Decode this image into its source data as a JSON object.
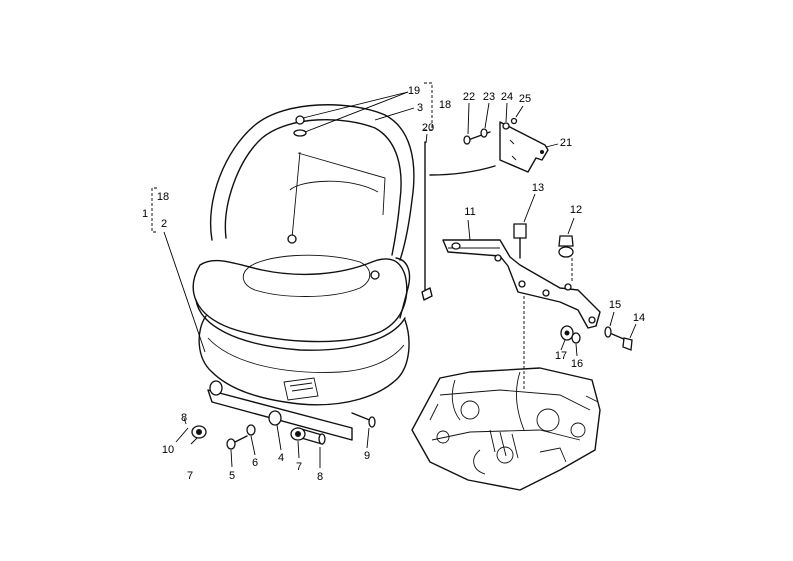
{
  "callouts": {
    "c1": "1",
    "c2": "2",
    "c3": "3",
    "c4": "4",
    "c5": "5",
    "c6": "6",
    "c7a": "7",
    "c7b": "7",
    "c8": "8",
    "c9": "9",
    "c10": "10",
    "c11": "11",
    "c12": "12",
    "c13": "13",
    "c14": "14",
    "c15": "15",
    "c16": "16",
    "c17": "17",
    "c18a": "18",
    "c18b": "18",
    "c19": "19",
    "c20": "20",
    "c21": "21",
    "c22": "22",
    "c23": "23",
    "c24": "24",
    "c25": "25"
  }
}
